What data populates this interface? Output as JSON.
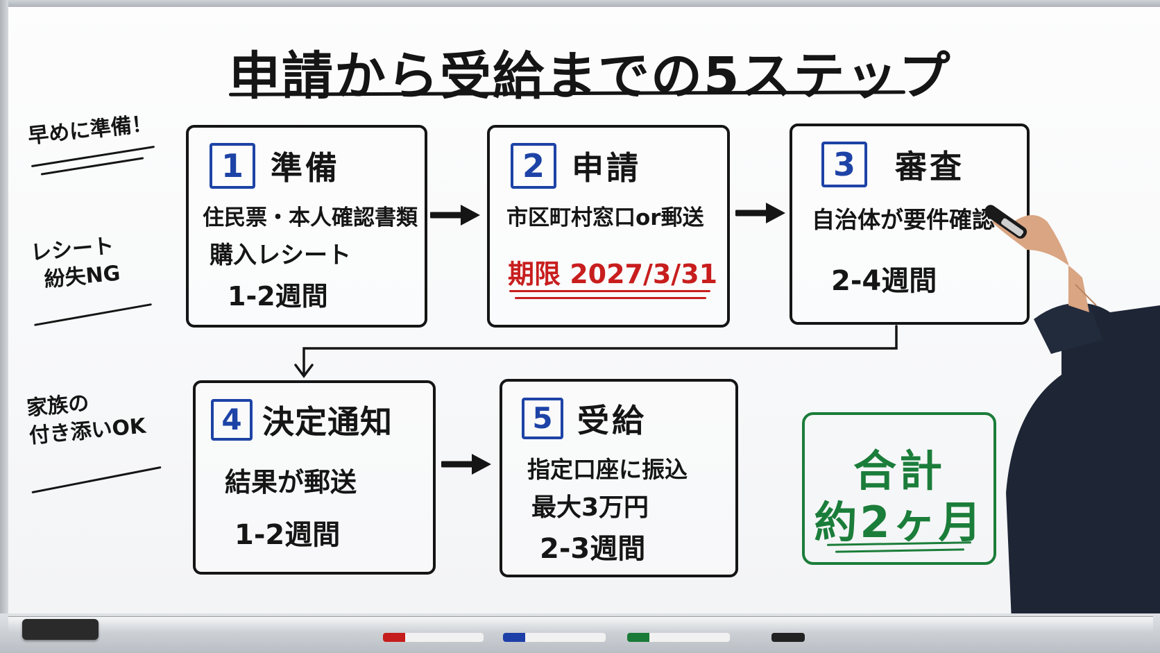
{
  "title": "申請から受給までの5ステップ",
  "side_notes": [
    {
      "lines": [
        "早めに準備！"
      ]
    },
    {
      "lines": [
        "レシート",
        "紛失NG"
      ]
    },
    {
      "lines": [
        "家族の",
        "付き添いOK"
      ]
    }
  ],
  "steps": [
    {
      "number": "1",
      "title": "準備",
      "lines": [
        "住民票・本人確認書類",
        "購入レシート",
        "1-2週間"
      ]
    },
    {
      "number": "2",
      "title": "申請",
      "lines": [
        "市区町村窓口or郵送",
        "期限 2027/3/31"
      ]
    },
    {
      "number": "3",
      "title": "審査",
      "lines": [
        "自治体が要件確認",
        "2-4週間"
      ]
    },
    {
      "number": "4",
      "title": "決定通知",
      "lines": [
        "結果が郵送",
        "1-2週間"
      ]
    },
    {
      "number": "5",
      "title": "受給",
      "lines": [
        "指定口座に振込",
        "最大3万円",
        "2-3週間"
      ]
    }
  ],
  "total": {
    "line1": "合計",
    "line2": "約2ヶ月"
  },
  "colors": {
    "ink": "#151515",
    "blue": "#1d43a6",
    "red": "#c81e1e",
    "green": "#1b7d3a"
  }
}
